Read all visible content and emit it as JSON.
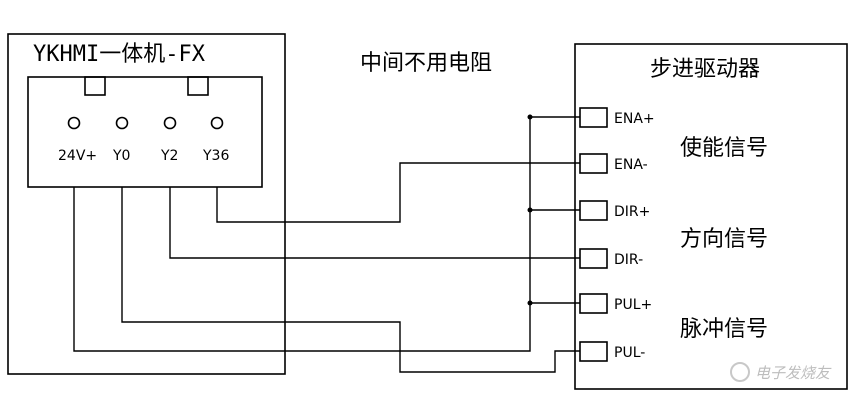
{
  "controller": {
    "title": "YKHMI一体机-FX",
    "terminals": [
      "24V+",
      "Y0",
      "Y2",
      "Y36"
    ]
  },
  "note": "中间不用电阻",
  "driver": {
    "title": "步进驱动器",
    "pins": [
      "ENA+",
      "ENA-",
      "DIR+",
      "DIR-",
      "PUL+",
      "PUL-"
    ],
    "signals": [
      "使能信号",
      "方向信号",
      "脉冲信号"
    ]
  },
  "watermark": "电子发烧友"
}
